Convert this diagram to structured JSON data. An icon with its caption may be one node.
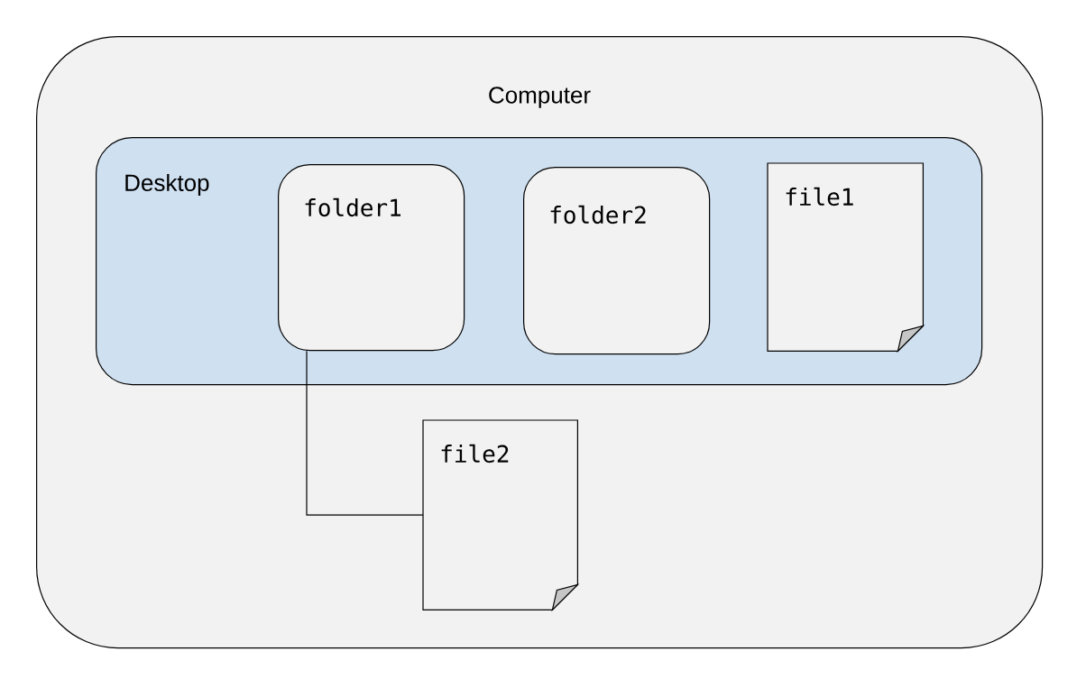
{
  "diagram": {
    "nodes": [
      {
        "text": [
          "Computer"
        ]
      },
      {
        "text": [
          "Desktop"
        ],
        "in": 0
      },
      {
        "text": [
          "folder1"
        ],
        "in": 1
      },
      {
        "text": [
          "folder2"
        ],
        "in": 1
      },
      {
        "text": [
          "file1"
        ],
        "in": 1
      },
      {
        "text": [
          "file2"
        ],
        "in": 0
      }
    ],
    "edges": [
      {
        "from": 2,
        "to": 5,
        "arrow": "none"
      }
    ]
  }
}
